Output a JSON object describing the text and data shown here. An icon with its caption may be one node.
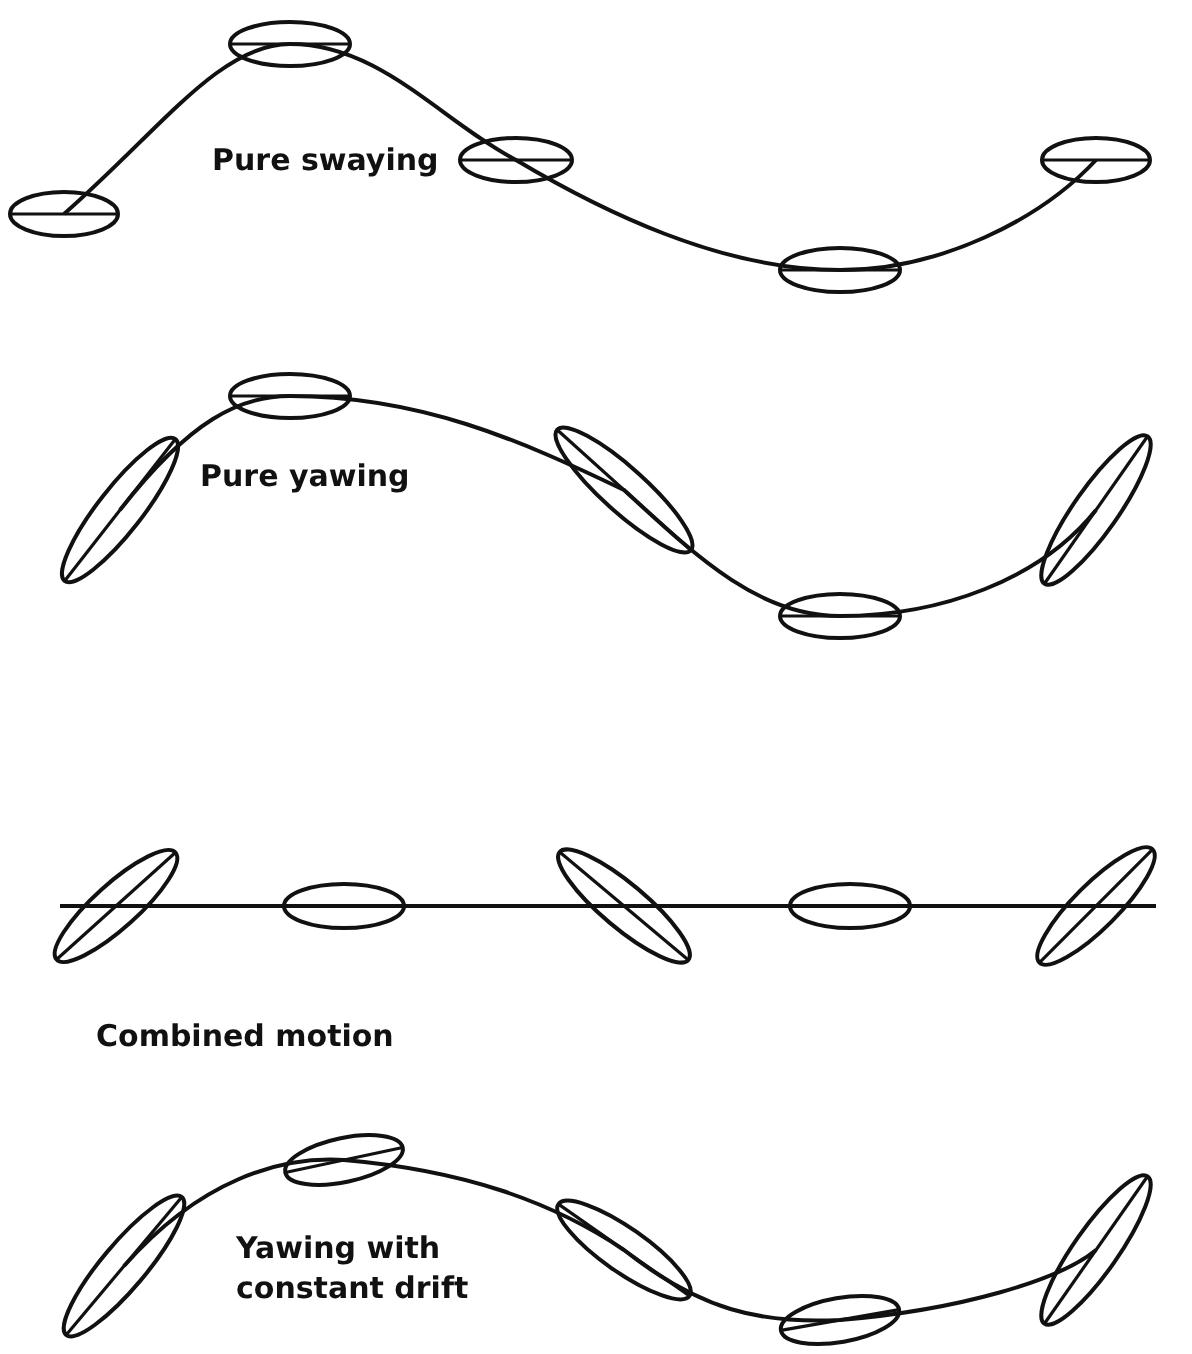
{
  "diagram": {
    "labels": [
      "Pure swaying",
      "Pure yawing",
      "Combined motion",
      "Yawing with constant drift"
    ]
  }
}
